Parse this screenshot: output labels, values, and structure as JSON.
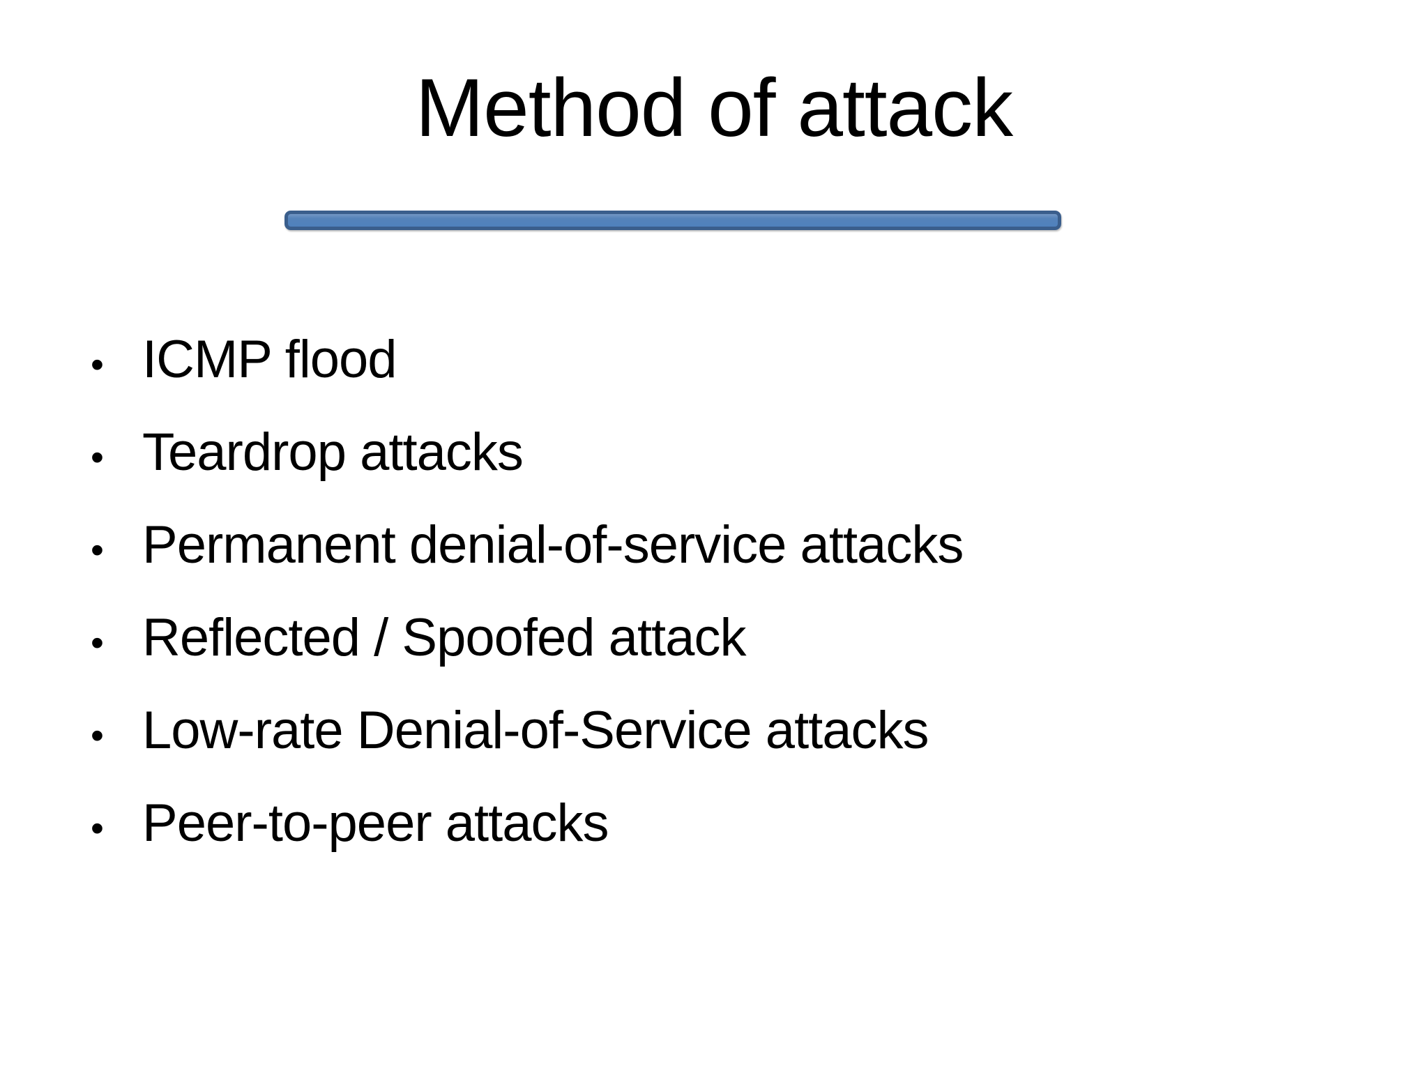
{
  "slide": {
    "title": "Method of attack",
    "bullet_glyph": "•",
    "bullets": [
      "ICMP flood",
      "Teardrop attacks",
      "Permanent denial-of-service attacks",
      "Reflected / Spoofed attack",
      "Low-rate Denial-of-Service attacks",
      "Peer-to-peer attacks"
    ],
    "colors": {
      "background": "#ffffff",
      "text": "#000000",
      "divider_fill": "#4f81bd",
      "divider_border": "#3a5e8c"
    }
  }
}
